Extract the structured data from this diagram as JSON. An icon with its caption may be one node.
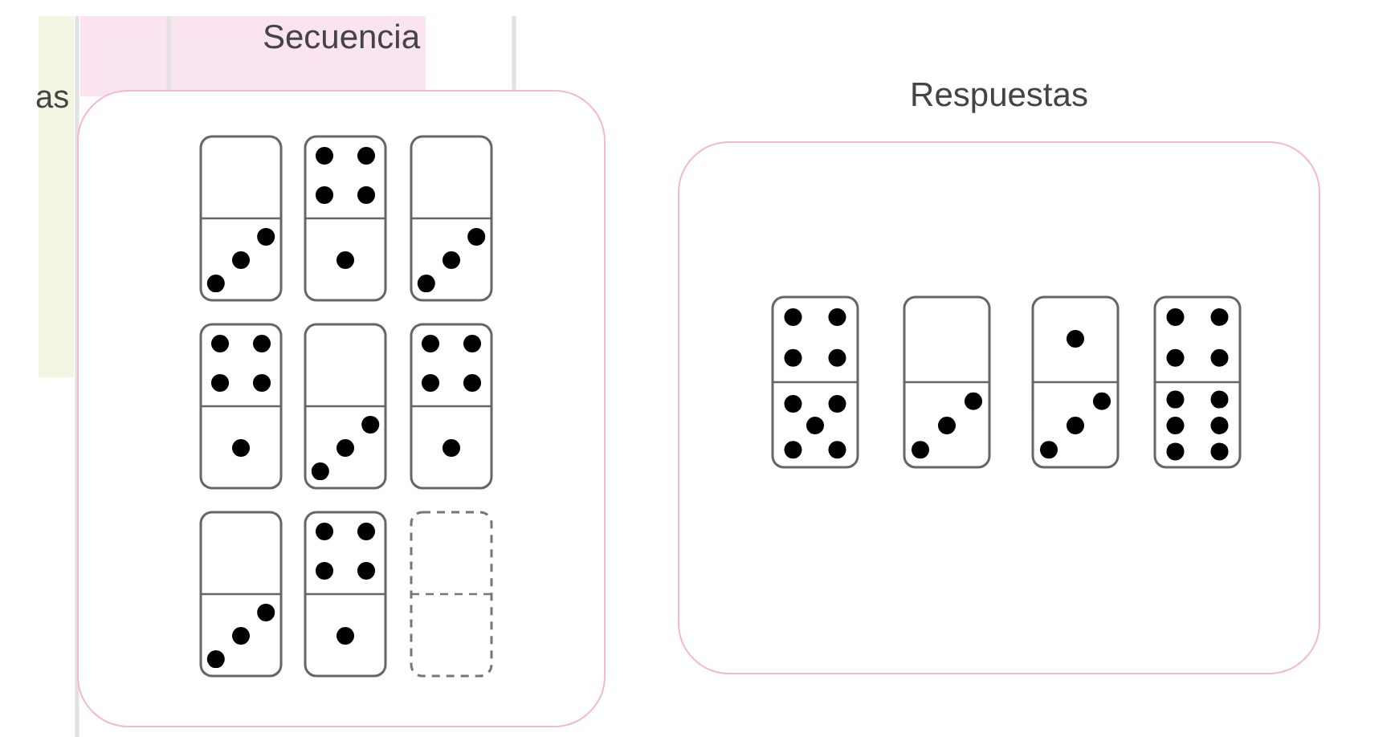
{
  "diagram": {
    "nodes": [
      {
        "text": [
          "Secuencia"
        ]
      },
      {
        "text": [],
        "shape": "box",
        "in": 0
      },
      {
        "text": [],
        "shape": "box",
        "in": 0
      },
      {
        "text": [],
        "shape": "box",
        "in": 0
      },
      {
        "text": [],
        "shape": "box",
        "in": 0
      },
      {
        "text": [],
        "shape": "box",
        "in": 0
      },
      {
        "text": [],
        "shape": "box",
        "in": 0
      },
      {
        "text": [],
        "shape": "box",
        "in": 0
      },
      {
        "text": [],
        "shape": "box",
        "in": 0
      },
      {
        "text": [],
        "shape": "box",
        "in": 0
      },
      {
        "text": [
          "Respuestas"
        ]
      },
      {
        "text": [],
        "shape": "box",
        "in": 10
      },
      {
        "text": [],
        "shape": "box",
        "in": 10
      },
      {
        "text": [],
        "shape": "box",
        "in": 10
      },
      {
        "text": [],
        "shape": "box",
        "in": 10
      }
    ],
    "labels": [
      "as"
    ]
  }
}
